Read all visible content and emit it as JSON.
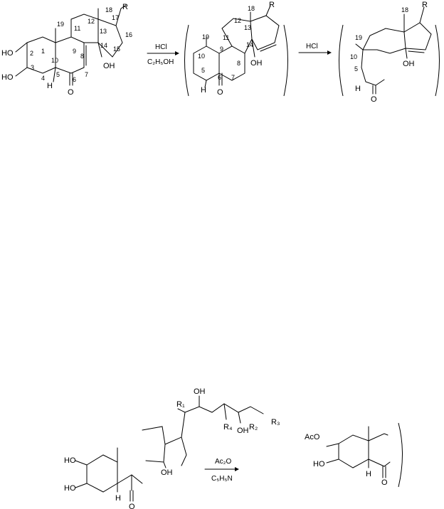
{
  "scheme_top": {
    "reagent_1_top": "HCl",
    "reagent_1_bottom": "C₂H₅OH",
    "reagent_2_top": "HCl",
    "start": {
      "ho_2": "HO",
      "ho_3": "HO",
      "h5": "H",
      "oh14": "OH",
      "o6": "O",
      "r": "R",
      "n1": "1",
      "n2": "2",
      "n3": "3",
      "n4": "4",
      "n5": "5",
      "n6": "6",
      "n7": "7",
      "n8": "8",
      "n9": "9",
      "n10": "10",
      "n11": "11",
      "n12": "12",
      "n13": "13",
      "n14": "14",
      "n15": "15",
      "n16": "16",
      "n17": "17",
      "n18": "18",
      "n19": "19"
    },
    "mid": {
      "r": "R",
      "oh": "OH",
      "h": "H",
      "o": "O",
      "n18": "18",
      "n13": "13",
      "n12": "12",
      "n11": "11",
      "n19": "19",
      "n9": "9",
      "n10": "10",
      "n8": "8",
      "n14": "14",
      "n5": "5",
      "n7": "7",
      "n6": "6"
    },
    "end": {
      "r": "R",
      "oh": "OH",
      "h": "H",
      "o": "O",
      "n18": "18",
      "n19": "19",
      "n10": "10",
      "n5": "5"
    }
  },
  "scheme_bottom": {
    "reagent_top": "Ac₂O",
    "reagent_bottom": "C₅H₅N",
    "labels": {
      "oh_top": "OH",
      "r1": "R₁",
      "r2": "R₂",
      "r3": "R₃",
      "r4": "R₄",
      "oh_mid": "OH",
      "oh_low": "OH",
      "ho_1": "HO",
      "ho_2": "HO",
      "h": "H",
      "o": "O"
    },
    "product": {
      "aco": "AcO",
      "ho": "HO",
      "h": "H",
      "o": "O"
    }
  }
}
